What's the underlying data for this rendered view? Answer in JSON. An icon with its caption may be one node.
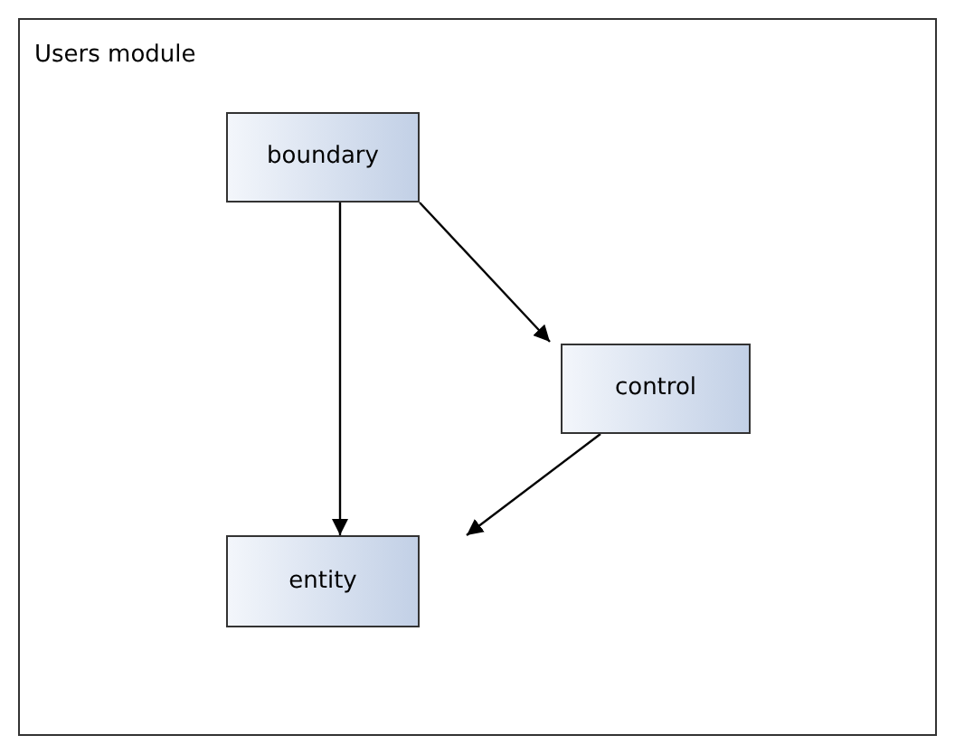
{
  "diagram": {
    "nodes": [
      {
        "text": [
          "Users module"
        ]
      },
      {
        "text": [
          "boundary"
        ],
        "in": 0
      },
      {
        "text": [
          "control"
        ],
        "in": 0
      },
      {
        "text": [
          "entity"
        ],
        "in": 0
      }
    ],
    "edges": [
      {
        "from": 1,
        "to": 3,
        "arrow": "to"
      },
      {
        "from": 1,
        "to": 2,
        "arrow": "to"
      },
      {
        "from": 2,
        "to": 3,
        "arrow": "to"
      }
    ]
  }
}
